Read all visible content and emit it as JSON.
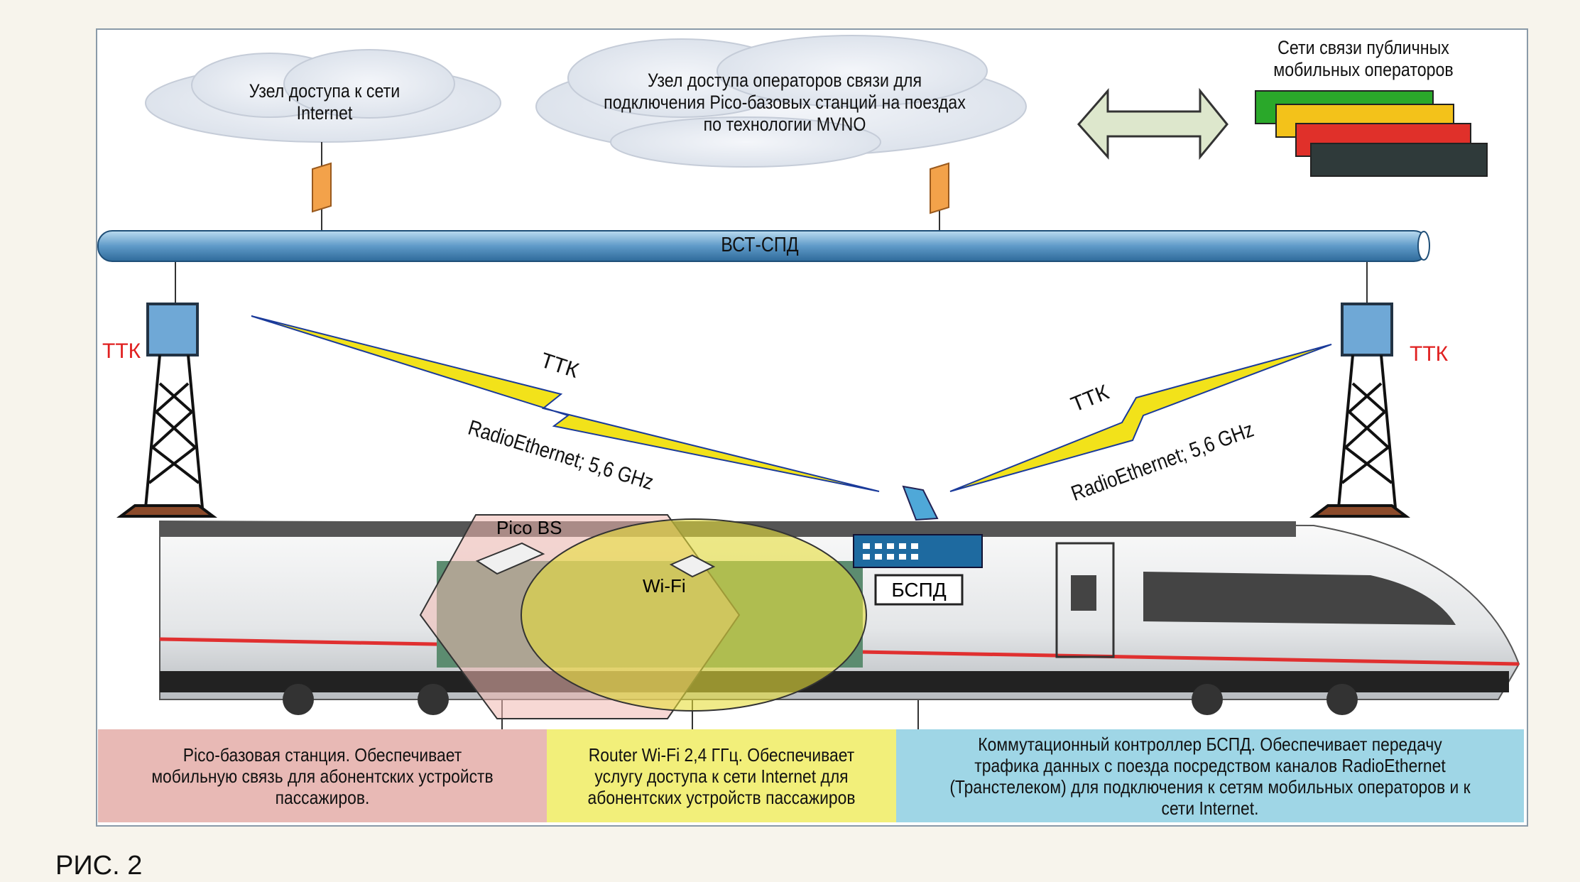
{
  "clouds": {
    "internet": "Узел доступа к сети Internet",
    "mvno": "Узел доступа операторов связи для подключения Pico-базовых станций на поездах по технологии MVNO"
  },
  "operators": {
    "title": "Сети связи публичных мобильных операторов",
    "colors": [
      "#2aa82a",
      "#f3c21a",
      "#e0302a",
      "#2f3a3a"
    ]
  },
  "backbone": "ВСТ-СПД",
  "towers": {
    "left": "ТТК",
    "right": "ТТК"
  },
  "links": [
    {
      "operator": "ТТК",
      "label": "RadioEthernet; 5,6 GHz"
    },
    {
      "operator": "ТТК",
      "label": "RadioEthernet; 5,6 GHz"
    }
  ],
  "train": {
    "pico": "Pico BS",
    "wifi": "Wi-Fi",
    "controller": "БСПД"
  },
  "captions": [
    {
      "text": "Pico-базовая станция. Обеспечивает мобильную связь для абонентских устройств пассажиров.",
      "color": "#e8b9b5"
    },
    {
      "text": "Router Wi-Fi 2,4 ГГц. Обеспечивает услугу доступа к сети Internet для абонентских  устройств пассажиров",
      "color": "#f2ef7a"
    },
    {
      "text": "Коммутационный контроллер БСПД. Обеспечивает передачу трафика данных с поезда посредством каналов RadioEthernet (Транстелеком) для подключения к сетям мобильных операторов и к сети Internet.",
      "color": "#9fd6e6"
    }
  ],
  "figure_label": "РИС. 2"
}
